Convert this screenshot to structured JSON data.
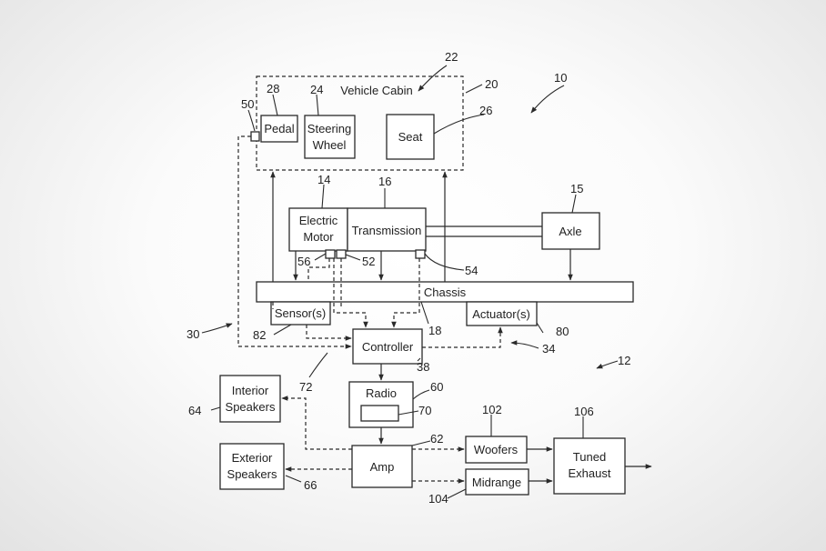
{
  "blocks": {
    "vehicle_cabin": "Vehicle Cabin",
    "pedal": "Pedal",
    "steering_1": "Steering",
    "steering_2": "Wheel",
    "seat": "Seat",
    "motor_1": "Electric",
    "motor_2": "Motor",
    "transmission": "Transmission",
    "axle": "Axle",
    "chassis": "Chassis",
    "sensors": "Sensor(s)",
    "actuators": "Actuator(s)",
    "controller": "Controller",
    "radio": "Radio",
    "interior_1": "Interior",
    "interior_2": "Speakers",
    "exterior_1": "Exterior",
    "exterior_2": "Speakers",
    "amp": "Amp",
    "woofers": "Woofers",
    "midrange": "Midrange",
    "exhaust_1": "Tuned",
    "exhaust_2": "Exhaust"
  },
  "refs": {
    "r10": "10",
    "r12": "12",
    "r14": "14",
    "r15": "15",
    "r16": "16",
    "r18": "18",
    "r20": "20",
    "r22": "22",
    "r24": "24",
    "r26": "26",
    "r28": "28",
    "r30": "30",
    "r34": "34",
    "r38": "38",
    "r50": "50",
    "r52": "52",
    "r54": "54",
    "r56": "56",
    "r60": "60",
    "r62": "62",
    "r64": "64",
    "r66": "66",
    "r70": "70",
    "r72": "72",
    "r80": "80",
    "r82": "82",
    "r102": "102",
    "r104": "104",
    "r106": "106"
  }
}
